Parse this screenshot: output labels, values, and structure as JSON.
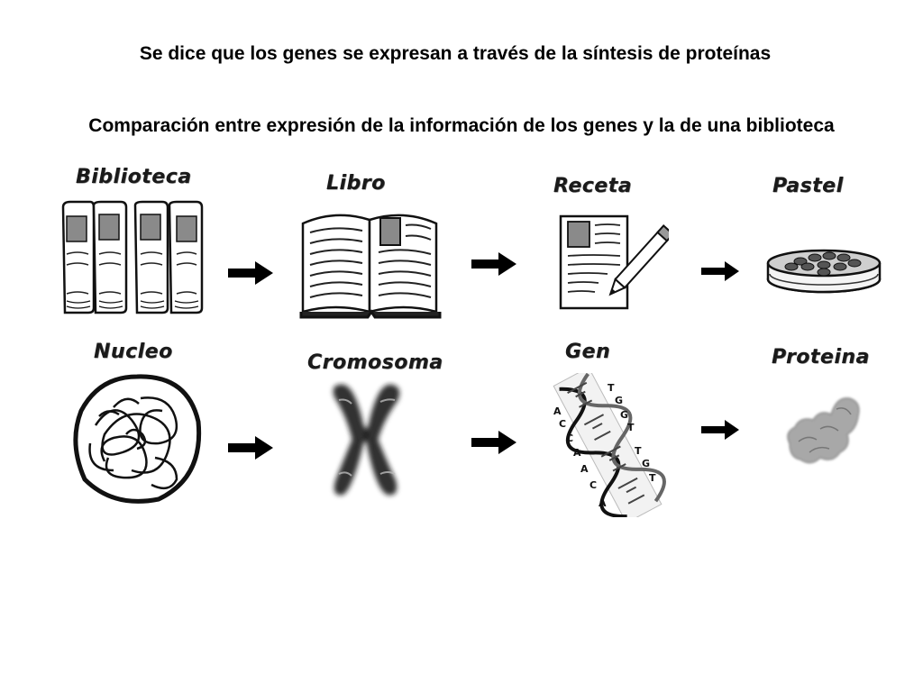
{
  "heading": "Se dice que los genes se expresan a través de la síntesis de proteínas",
  "subheading": "Comparación entre expresión de la información de los genes y la de una biblioteca",
  "row_top": [
    "Biblioteca",
    "Libro",
    "Receta",
    "Pastel"
  ],
  "row_bottom": [
    "Nucleo",
    "Cromosoma",
    "Gen",
    "Proteina"
  ],
  "dna_letters": [
    "A",
    "C",
    "C",
    "A",
    "A",
    "C",
    "A",
    "T",
    "G",
    "G",
    "T",
    "T",
    "G",
    "T"
  ]
}
